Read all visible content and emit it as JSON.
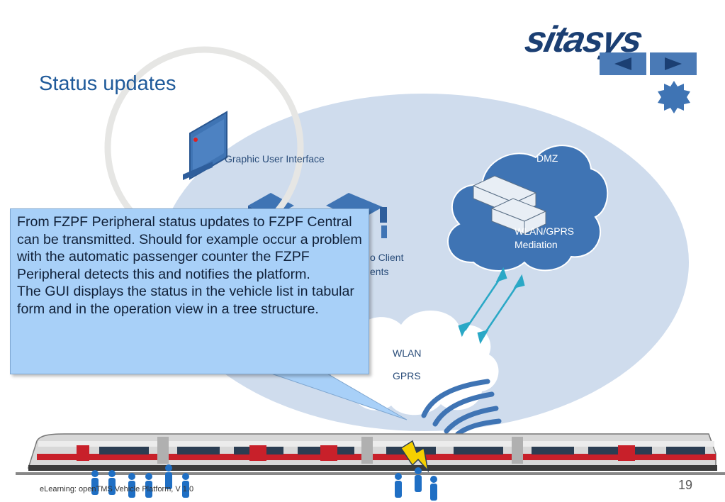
{
  "title": "Status updates",
  "logo": {
    "text": "sitasys"
  },
  "nav": {
    "prev": "◀",
    "next": "▶"
  },
  "diagram": {
    "gui_label": "Graphic User Interface",
    "client_label_1": "o Client",
    "client_label_2": "ents",
    "dmz_label": "DMZ",
    "mediation_label_1": "WLAN/GPRS",
    "mediation_label_2": "Mediation",
    "wlan_label": "WLAN",
    "gprs_label": "GPRS"
  },
  "callout": {
    "paragraph1": "From FZPF Peripheral status updates to FZPF Central can be transmitted. Should for example occur a problem with the automatic passenger counter the FZPF Peripheral detects this and notifies the platform.",
    "paragraph2": "The GUI displays the status in the vehicle list in tabular form and in the operation view in a tree structure."
  },
  "footer": "eLearning: openTMS Vehicle Platform, V 1.0",
  "page_number": "19",
  "colors": {
    "accent": "#1f5a9a",
    "ellipse": "#cfdced",
    "cloud": "#3f74b4",
    "callout": "#a8d0f8",
    "arrow": "#2aa8c6"
  }
}
